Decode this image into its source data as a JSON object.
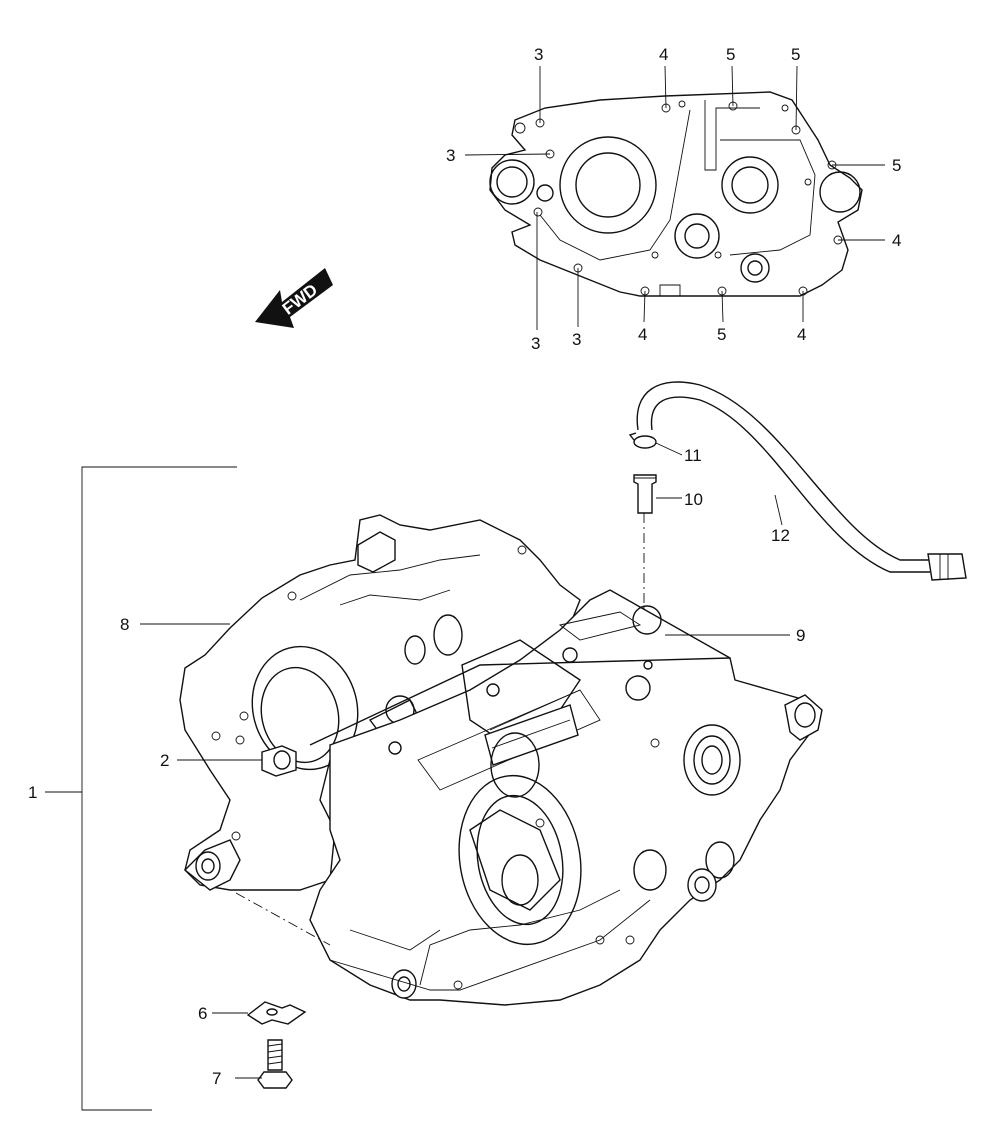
{
  "diagram": {
    "fwd_label": "FWD",
    "callouts": {
      "top_3a": "3",
      "top_4a": "4",
      "top_5a": "5",
      "top_5b": "5",
      "side_3": "3",
      "side_5": "5",
      "side_4": "4",
      "bot_3a": "3",
      "bot_3b": "3",
      "bot_4a": "4",
      "bot_5": "5",
      "bot_4b": "4",
      "c1": "1",
      "c2": "2",
      "c6": "6",
      "c7": "7",
      "c8": "8",
      "c9": "9",
      "c10": "10",
      "c11": "11",
      "c12": "12"
    }
  }
}
